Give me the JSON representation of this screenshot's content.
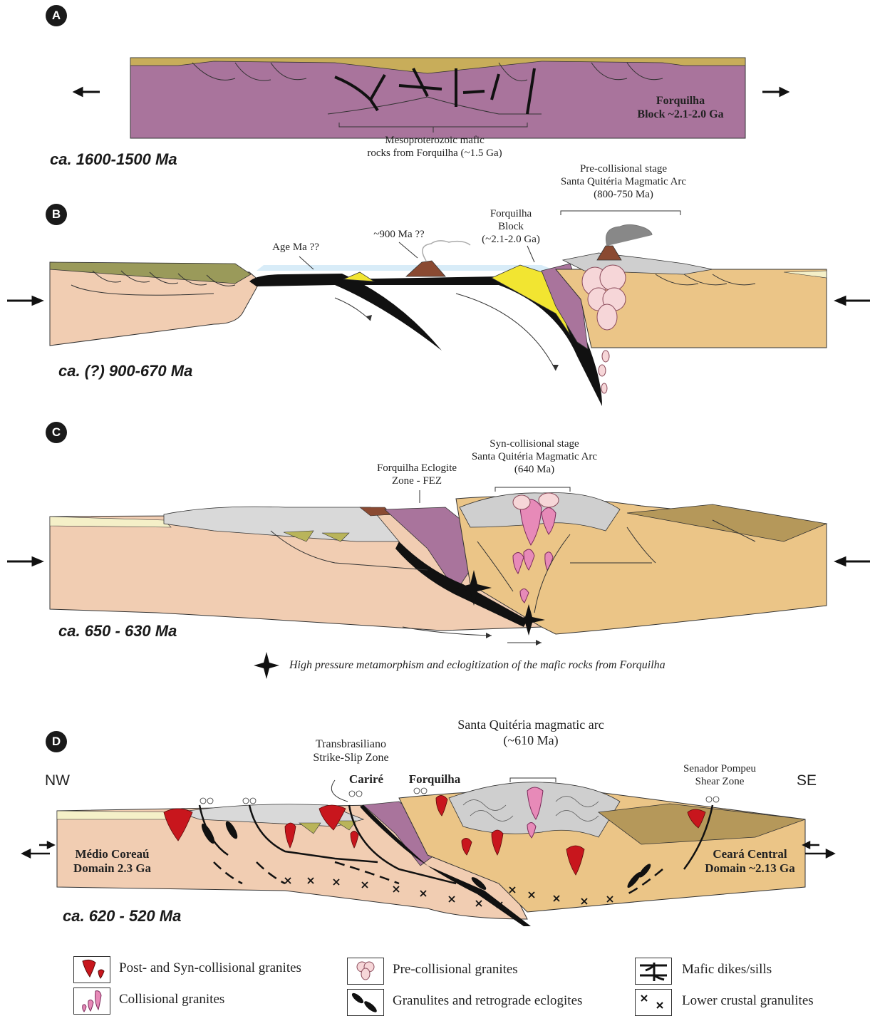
{
  "panels": {
    "a": {
      "letter": "A",
      "age": "ca. 1600-1500 Ma",
      "block_label_1": "Forquilha",
      "block_label_2": "Block ~2.1-2.0 Ga",
      "mafic_label_1": "Mesoproterozoic mafic",
      "mafic_label_2": "rocks from Forquilha (~1.5 Ga)"
    },
    "b": {
      "letter": "B",
      "age": "ca. (?) 900-670 Ma",
      "pre_collisional_1": "Pre-collisional stage",
      "pre_collisional_2": "Santa Quitéria Magmatic Arc",
      "pre_collisional_3": "(800-750 Ma)",
      "forquilha_1": "Forquilha",
      "forquilha_2": "Block",
      "forquilha_3": "(~2.1-2.0 Ga)",
      "volcano_age": "~900 Ma ??",
      "slab_age": "Age Ma ??"
    },
    "c": {
      "letter": "C",
      "age": "ca. 650 - 630 Ma",
      "syn_collisional_1": "Syn-collisional stage",
      "syn_collisional_2": "Santa Quitéria Magmatic Arc",
      "syn_collisional_3": "(640 Ma)",
      "fez_1": "Forquilha Eclogite",
      "fez_2": "Zone - FEZ",
      "star_caption": "High pressure metamorphism and eclogitization of the mafic rocks from Forquilha"
    },
    "d": {
      "letter": "D",
      "age": "ca. 620 - 520 Ma",
      "arc_1": "Santa Quitéria magmatic arc",
      "arc_2": "(~610 Ma)",
      "tb_1": "Transbrasiliano",
      "tb_2": "Strike-Slip Zone",
      "carire": "Cariré",
      "forquilha": "Forquilha",
      "sp_1": "Senador Pompeu",
      "sp_2": "Shear Zone",
      "nw": "NW",
      "se": "SE",
      "medio_1": "Médio Coreaú",
      "medio_2": "Domain 2.3 Ga",
      "ceara_1": "Ceará Central",
      "ceara_2": "Domain ~2.13 Ga"
    }
  },
  "legend": [
    {
      "label": "Post- and Syn-collisional granites",
      "icon": "red-granite-icon"
    },
    {
      "label": "Collisional granites",
      "icon": "pink-collisional-granite-icon"
    },
    {
      "label": "Pre-collisional granites",
      "icon": "pre-collisional-granite-icon"
    },
    {
      "label": "Granulites and retrograde eclogites",
      "icon": "granulite-lens-icon"
    },
    {
      "label": "Mafic dikes/sills",
      "icon": "mafic-dike-icon"
    },
    {
      "label": "Lower crustal granulites",
      "icon": "x-marks-icon"
    }
  ],
  "colors": {
    "forquilha_purple": "#a9749c",
    "sediment_ochre": "#c8ad5a",
    "peach_crust": "#f1cdb2",
    "tan_crust": "#ebc587",
    "slab_black": "#111111",
    "yellow_wedge": "#f2e531",
    "granite_red": "#c8161d",
    "olive_green": "#9a9a5a",
    "grey_cover": "#cfcfcf",
    "brown_volcano": "#8a4a32",
    "ocean_blue": "#d8ecf8"
  }
}
